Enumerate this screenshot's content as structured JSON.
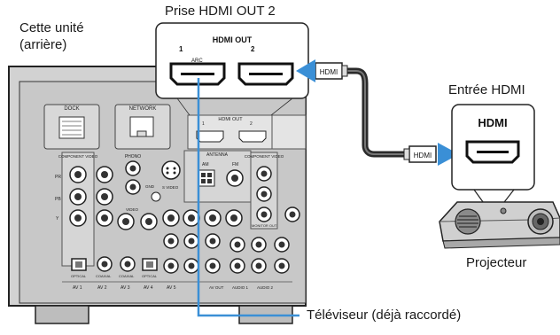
{
  "unit_label": {
    "line1": "Cette unité",
    "line2": "(arrière)"
  },
  "hdmi_out_title": "Prise HDMI OUT 2",
  "zoom_panel": {
    "header": "HDMI OUT",
    "port1": "1",
    "port2": "2",
    "arc": "ARC"
  },
  "cable_plug_label": "HDMI",
  "hdmi_input_title": "Entrée HDMI",
  "hdmi_input_panel_label": "HDMI",
  "projector_label": "Projecteur",
  "tv_label": "Téléviseur (déjà raccordé)",
  "rear_panel": {
    "dock": "DOCK",
    "network": "NETWORK",
    "hdmi_out": "HDMI OUT",
    "antenna": "ANTENNA",
    "am": "AM",
    "fm": "FM",
    "phono": "PHONO",
    "gnd": "GND",
    "component_video": "COMPONENT VIDEO",
    "s_video": "S VIDEO",
    "video": "VIDEO",
    "optical": "OPTICAL",
    "coaxial": "COAXIAL",
    "av1": "AV 1",
    "av2": "AV 2",
    "av3": "AV 3",
    "av4": "AV 4",
    "av5": "AV 5",
    "av_out": "AV OUT",
    "audio1": "AUDIO 1",
    "audio2": "AUDIO 2",
    "monitor_out": "MONITOR OUT",
    "pr": "PR",
    "pb": "PB",
    "y": "Y"
  },
  "colors": {
    "cable_blue": "#3a8fd6",
    "panel_gray": "#d2d2d2",
    "outline": "#222222",
    "cable": "#2a2a2a"
  }
}
